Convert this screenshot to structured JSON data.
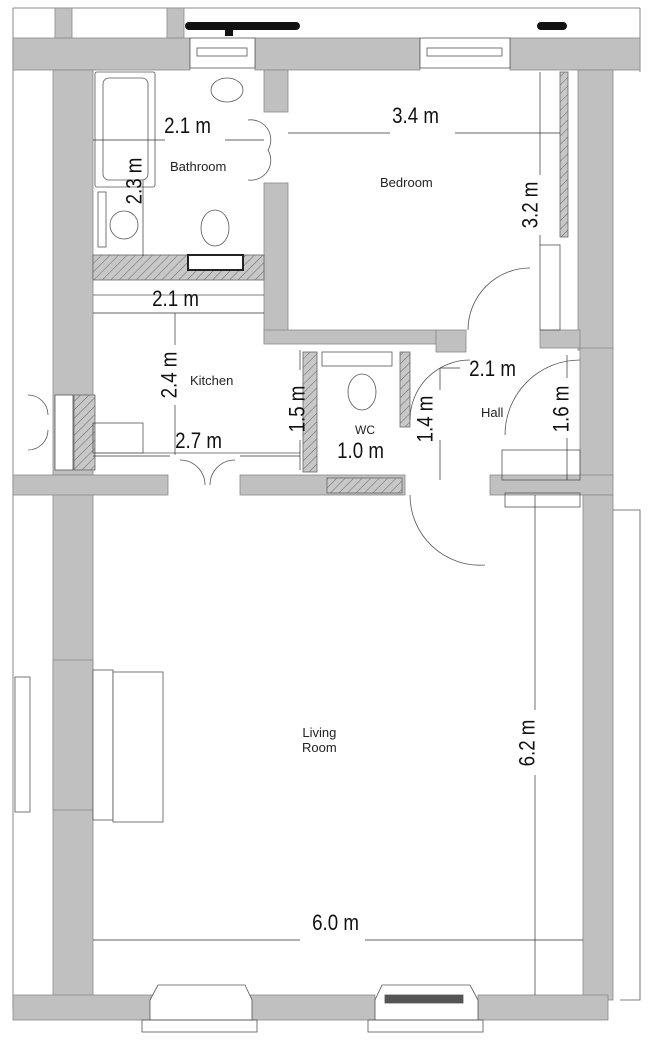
{
  "plan": {
    "type": "floor-plan",
    "rooms": [
      {
        "name": "Bathroom",
        "label": "Bathroom",
        "width": "2.1 m",
        "depth": "2.3 m"
      },
      {
        "name": "Bedroom",
        "label": "Bedroom",
        "width": "3.4 m",
        "depth": "3.2 m"
      },
      {
        "name": "Kitchen",
        "label": "Kitchen",
        "width_top": "2.1 m",
        "depth": "2.4 m",
        "width_bottom": "2.7 m",
        "depth_side": "1.5 m"
      },
      {
        "name": "WC",
        "label": "WC",
        "width": "1.0 m",
        "depth": "1.4 m"
      },
      {
        "name": "Hall",
        "label": "Hall",
        "width": "2.1 m",
        "depth": "1.6 m"
      },
      {
        "name": "Living Room",
        "label_line1": "Living",
        "label_line2": "Room",
        "width": "6.0 m",
        "depth": "6.2 m"
      }
    ],
    "colors": {
      "wall": "#c0c0c0",
      "wall_outline": "#8a8a8a",
      "line": "#333333",
      "hatch": "#777777",
      "background": "#ffffff"
    }
  }
}
